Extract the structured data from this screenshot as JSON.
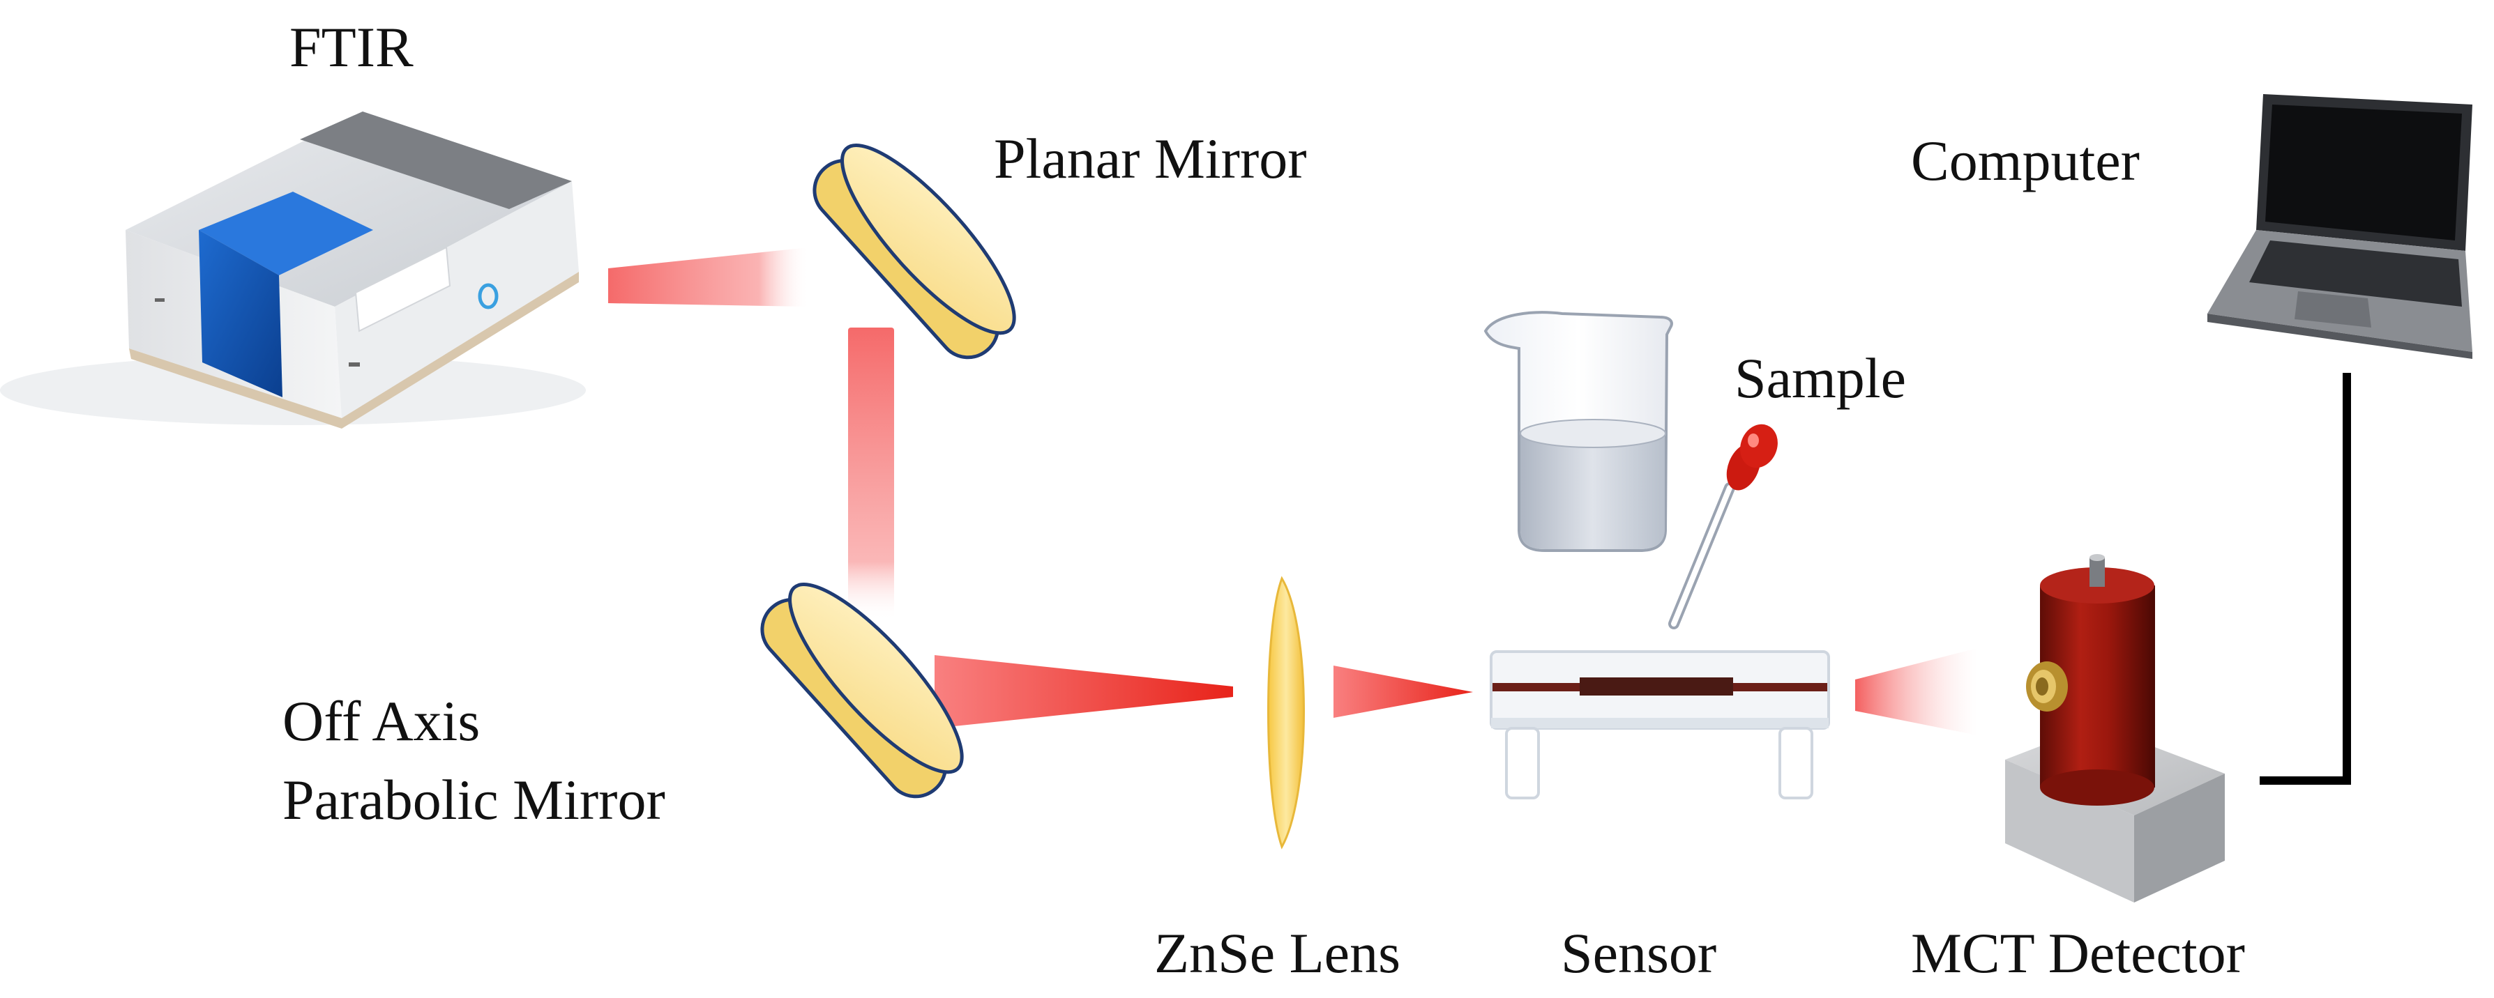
{
  "labels": {
    "ftir": "FTIR",
    "planar_mirror": "Planar Mirror",
    "computer": "Computer",
    "sample": "Sample",
    "off_axis_line1": "Off Axis",
    "off_axis_line2": "Parabolic Mirror",
    "znse_lens": "ZnSe Lens",
    "sensor": "Sensor",
    "mct_detector": "MCT Detector"
  },
  "colors": {
    "beam": "#f56a6a",
    "mirror_fill": "#fbe39a",
    "mirror_edge": "#1f3b73",
    "ftir_blue": "#1358b8",
    "detector_red": "#8e140b",
    "cable": "#000000"
  },
  "icons": [
    "ftir-instrument-icon",
    "planar-mirror-icon",
    "parabolic-mirror-icon",
    "znse-lens-icon",
    "sensor-icon",
    "beaker-icon",
    "dropper-icon",
    "mct-detector-icon",
    "laptop-icon"
  ]
}
